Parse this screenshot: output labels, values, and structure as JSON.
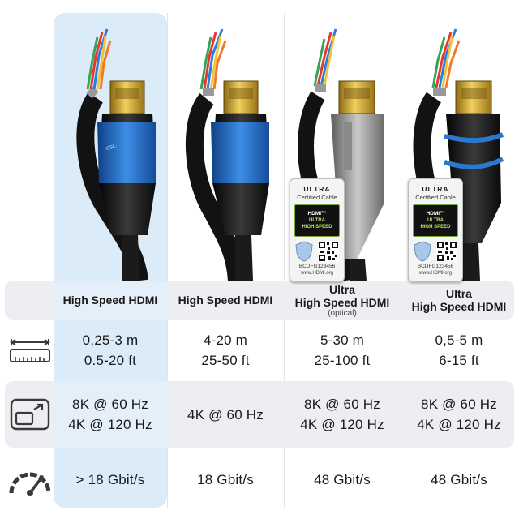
{
  "columns": [
    {
      "title": "High Speed HDMI",
      "subtitle": "",
      "length_m": "0,25-3 m",
      "length_ft": "0.5-20 ft",
      "resolution_1": "8K @ 60 Hz",
      "resolution_2": "4K @ 120 Hz",
      "bandwidth": "> 18 Gbit/s",
      "highlighted": true,
      "connector_accent": "#2a78d0"
    },
    {
      "title": "High Speed HDMI",
      "subtitle": "",
      "length_m": "4-20 m",
      "length_ft": "25-50 ft",
      "resolution_1": "4K @ 60 Hz",
      "resolution_2": "",
      "bandwidth": "18 Gbit/s",
      "highlighted": false,
      "connector_accent": "#2a78d0"
    },
    {
      "title": "Ultra",
      "title_line2": "High Speed HDMI",
      "subtitle": "(optical)",
      "length_m": "5-30 m",
      "length_ft": "25-100 ft",
      "resolution_1": "8K @ 60 Hz",
      "resolution_2": "4K @ 120 Hz",
      "bandwidth": "48 Gbit/s",
      "highlighted": false,
      "connector_accent": "#9a9a9a"
    },
    {
      "title": "Ultra",
      "title_line2": "High Speed HDMI",
      "subtitle": "",
      "length_m": "0,5-5 m",
      "length_ft": "6-15 ft",
      "resolution_1": "8K @ 60 Hz",
      "resolution_2": "4K @ 120 Hz",
      "bandwidth": "48 Gbit/s",
      "highlighted": false,
      "connector_accent": "#2a78d0"
    }
  ],
  "cert_badge": {
    "line1": "ULTRA",
    "line2": "Certified Cable",
    "logo_top": "HDMI™",
    "logo_mid": "ULTRA",
    "logo_bottom": "HIGH SPEED",
    "code": "BCDFG123456",
    "url": "www.HDMI.org"
  },
  "row_icons": {
    "length": "ruler-length-icon",
    "resolution": "screen-resolution-icon",
    "bandwidth": "speedometer-icon"
  },
  "colors": {
    "highlight_column": "#dcebf8",
    "row_band": "#eceef1",
    "cable_black": "#1b1b1b",
    "connector_blue": "#2a78d0",
    "connector_gold": "#d4a92a",
    "icon_gray": "#3a3a3a"
  }
}
